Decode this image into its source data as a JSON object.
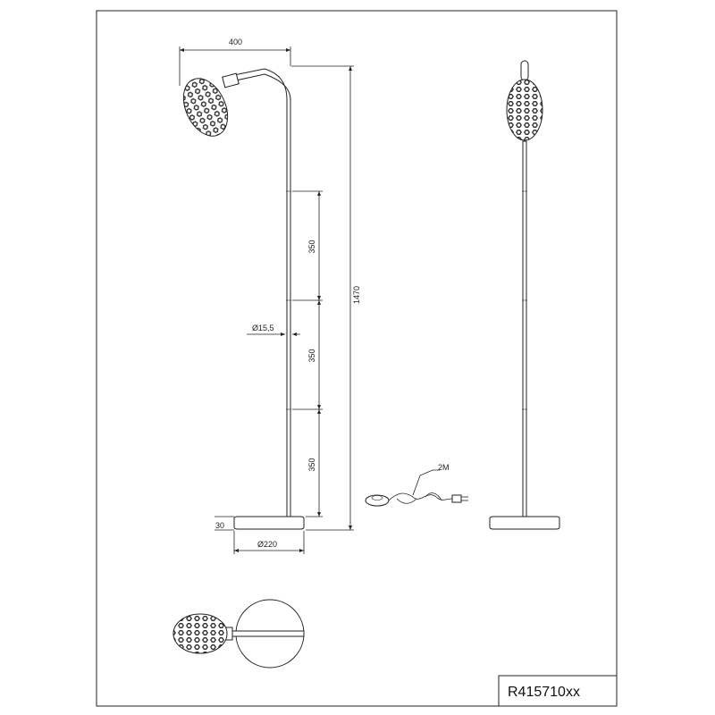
{
  "drawing": {
    "model_code": "R415710xx",
    "dimensions": {
      "arm_width": "400",
      "total_height": "1470",
      "segment_1": "350",
      "segment_2": "350",
      "segment_3": "350",
      "tube_diameter": "Ø15,5",
      "base_height": "30",
      "base_diameter": "Ø220",
      "cable_length": "2M"
    }
  }
}
